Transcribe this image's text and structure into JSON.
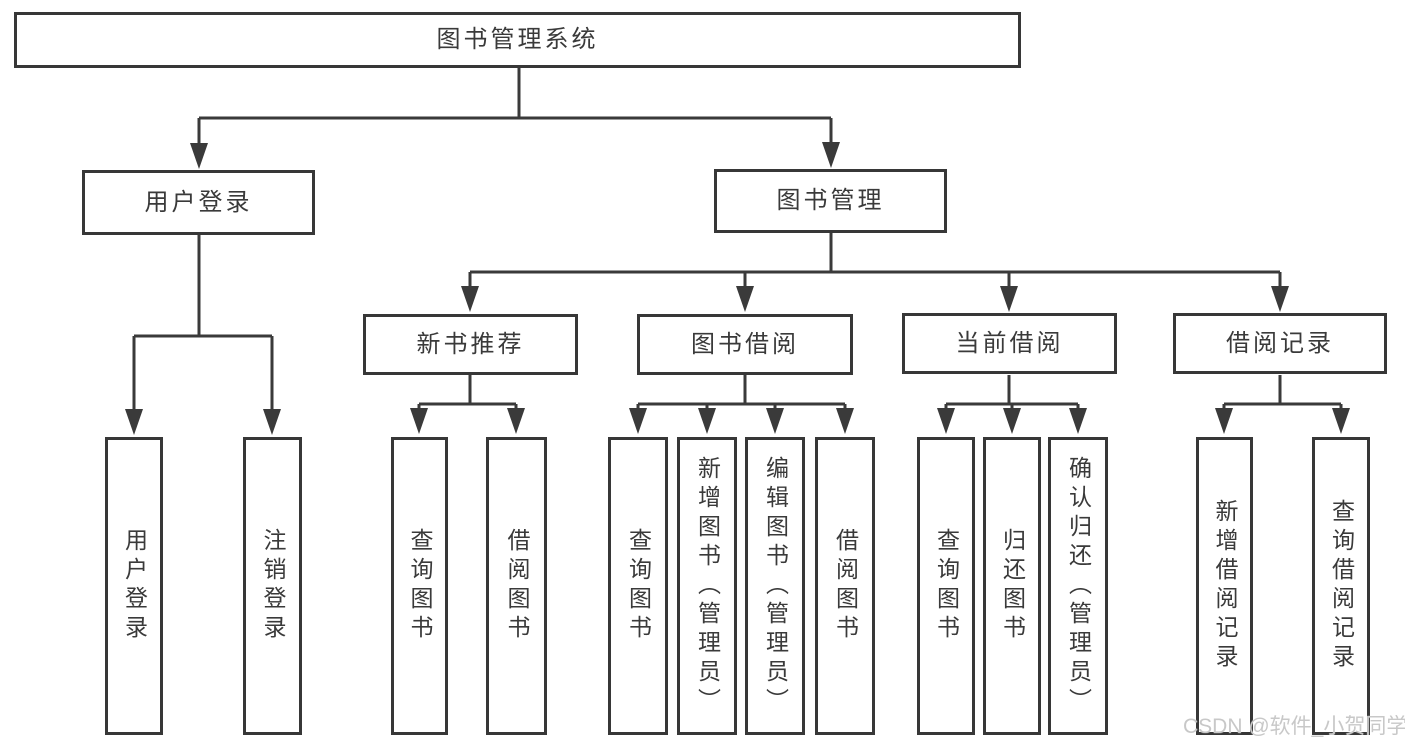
{
  "diagram": {
    "root": {
      "label": "图书管理系统"
    },
    "level2": [
      {
        "id": "user-login",
        "label": "用户登录"
      },
      {
        "id": "book-management",
        "label": "图书管理"
      }
    ],
    "level3": [
      {
        "id": "new-book-recommend",
        "label": "新书推荐"
      },
      {
        "id": "book-borrowing",
        "label": "图书借阅"
      },
      {
        "id": "current-borrowing",
        "label": "当前借阅"
      },
      {
        "id": "borrowing-records",
        "label": "借阅记录"
      }
    ],
    "leaves": {
      "user_login": [
        "用户登录",
        "注销登录"
      ],
      "new_book_recommend": [
        "查询图书",
        "借阅图书"
      ],
      "book_borrowing": [
        "查询图书",
        "新增图书（管理员）",
        "编辑图书（管理员）",
        "借阅图书"
      ],
      "current_borrowing": [
        "查询图书",
        "归还图书",
        "确认归还（管理员）"
      ],
      "borrowing_records": [
        "新增借阅记录",
        "查询借阅记录"
      ]
    }
  },
  "watermark": {
    "text": "CSDN @软件_小贺同学"
  },
  "colors": {
    "line": "#3a3a3a",
    "box_border": "#373737",
    "text": "#3a3a3a",
    "watermark": "#c8c8c8",
    "background": "#ffffff"
  }
}
